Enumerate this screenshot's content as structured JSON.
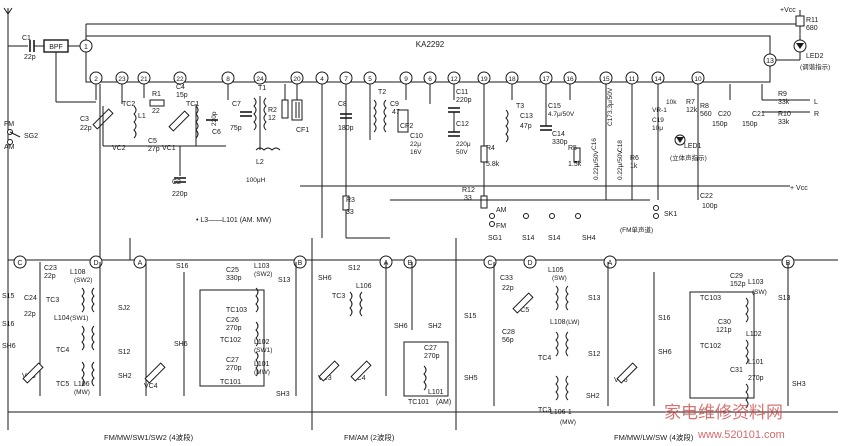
{
  "ic": {
    "name": "KA2292",
    "pins_top_left": "1",
    "pins_top_right": "13",
    "pins_bottom": [
      "2",
      "23",
      "21",
      "22",
      "8",
      "24",
      "20",
      "4",
      "7",
      "5",
      "9",
      "6",
      "12",
      "19",
      "18",
      "17",
      "16",
      "15",
      "11",
      "14",
      "10"
    ]
  },
  "antenna": {
    "switch_label": "SG2",
    "fm_label": "FM",
    "am_label": "AM"
  },
  "top_row": {
    "c1": "C1",
    "c1_val": "22p",
    "bpf": "BPF",
    "vcc_label": "+Vcc",
    "r11": "R11",
    "r11_val": "680",
    "led2": "LED2",
    "led2_note": "(调谐指示)"
  },
  "front_end": {
    "c3": "C3",
    "c3_val": "22p",
    "tc2": "TC2",
    "l1": "L1",
    "r1": "R1",
    "r1_val": "22",
    "c4": "C4",
    "c4_val": "15p",
    "tc1": "TC1",
    "c5": "C5",
    "c5_val": "27p",
    "vc2": "VC2",
    "vc1": "VC1",
    "c6": "C6",
    "c6_val": "220p",
    "c7": "C7",
    "c7_val": "75p",
    "t1": "T1",
    "r2": "R2",
    "r2_val": "12",
    "cf1": "CF1",
    "l2": "L2",
    "l2_val": "100μH",
    "c2": "C2",
    "c2_val": "220p",
    "c8": "C8",
    "c8_val": "180p",
    "r3": "R3",
    "r3_val": "33",
    "l3_note": "• L3——L101 (AM. MW)"
  },
  "if_stage": {
    "t2": "T2",
    "c9": "C9",
    "c9_val": "47p",
    "cf2": "CF2",
    "c10": "C10",
    "c10_val": "22μ",
    "c10_v": "16V",
    "c11": "C11",
    "c11_val": "220p",
    "c12": "C12",
    "c12_val": "220μ",
    "c12_v": "50V",
    "t3": "T3",
    "c13": "C13",
    "c13_val": "47p",
    "c14": "C14",
    "c14_val": "330p",
    "c15": "C15",
    "c15_val": "4.7μ/50V",
    "r4": "R4",
    "r4_val": "5.8k",
    "r12": "R12",
    "r12_val": "33",
    "r5": "R5",
    "r5_val": "1.5k",
    "c16": "C16",
    "c16_val": "0.22μ/50V",
    "c17": "C17",
    "c17_val": "3.3μ/50V",
    "c18": "C18",
    "c18_val": "0.22μ/50V",
    "c19": "C19",
    "c19_val": "10μ",
    "r6": "R6",
    "r6_val": "1k",
    "r7": "R7",
    "r7_val": "12k",
    "r8": "R8",
    "r8_val": "560",
    "vr": "VR-1",
    "vr_val": "10k",
    "led1": "LED1",
    "led1_note": "(立体声指示)",
    "c20": "C20",
    "c20_val": "150p",
    "c21": "C21",
    "c21_val": "150p",
    "r9": "R9",
    "r9_val": "33k",
    "r10": "R10",
    "r10_val": "33k",
    "out_l": "L",
    "out_r": "R",
    "c22": "C22",
    "c22_val": "100p",
    "vcc2": "+ Vcc",
    "sg1": "SG1",
    "sg1_am": "AM",
    "sg1_fm": "FM",
    "sk1": "SK1",
    "sk1_note": "(FM单声道)",
    "s14a": "S14",
    "s14b": "S14",
    "sh4": "SH4"
  },
  "band_labels": {
    "panel1": "FM/MW/SW1/SW2 (4波段)",
    "panel2": "FM/AM (2波段)",
    "panel3": "FM/MW/LW/SW (4波段)"
  },
  "panel1": {
    "c23": "C23",
    "c23_val": "22p",
    "l108": "L108",
    "l108_note": "(SW2)",
    "s15": "S15",
    "c24": "C24",
    "c24_val": "22p",
    "tc3": "TC3",
    "l104": "L104",
    "l104_note": "(SW1)",
    "sj2": "SJ2",
    "s16": "S16",
    "sh6": "SH6",
    "tc4": "TC4",
    "s12": "S12",
    "l106": "L106",
    "l106_note": "(MW)",
    "tc5": "TC5",
    "vc3": "VC3",
    "sh2": "SH2",
    "s16b": "S16",
    "sh6b": "SH6",
    "vc4": "VC4",
    "c25": "C25",
    "c25_val": "330p",
    "l103": "L103",
    "l103_note": "(SW2)",
    "s13": "S13",
    "tc103": "TC103",
    "c26": "C26",
    "c26_val": "270p",
    "tc102": "TC102",
    "c27": "C27",
    "c27_val": "270p",
    "l102": "L102",
    "l102_note": "(SW1)",
    "l101": "L101",
    "l101_note": "(MW)",
    "tc101": "TC101",
    "sh3": "SH3",
    "nodes": [
      "C",
      "D",
      "A",
      "B"
    ]
  },
  "panel2": {
    "sh6": "SH6",
    "s12": "S12",
    "l106": "L106",
    "tc3": "TC3",
    "vc3": "VC3",
    "vc4": "VC4",
    "sh6b": "SH6",
    "sh2": "SH2",
    "c27": "C27",
    "c27_val": "270p",
    "tc101": "TC101",
    "am": "(AM)",
    "l101": "L101",
    "nodes": [
      "A",
      "B"
    ]
  },
  "panel3": {
    "c33": "C33",
    "c33_val": "22p",
    "l105": "L105",
    "l105_note": "(SW)",
    "s15": "S15",
    "tc5": "TC5",
    "c28": "C28",
    "c28_val": "56p",
    "l108": "L108",
    "l108_note": "(LW)",
    "tc4": "TC4",
    "s12": "S12",
    "sh5": "SH5",
    "s13": "S13",
    "tc3": "TC3",
    "l106": "L106-1",
    "l106_note": "(MW)",
    "sh12": "SH2",
    "vc6": "VC6",
    "c29": "C29",
    "c29_val": "152p",
    "l103": "L103",
    "l103_note": "(SW)",
    "tc103": "TC103",
    "c30": "C30",
    "c30_val": "121p",
    "tc102": "TC102",
    "l102": "L102",
    "c31": "C31",
    "c31_val": "270p",
    "l101": "L101",
    "s16": "S16",
    "sh6": "SH6",
    "sh3": "SH3",
    "s13b": "S13",
    "nodes": [
      "C",
      "D",
      "A",
      "B"
    ]
  },
  "watermark": {
    "cn": "家电维修资料网",
    "url": "www.520101.com"
  }
}
